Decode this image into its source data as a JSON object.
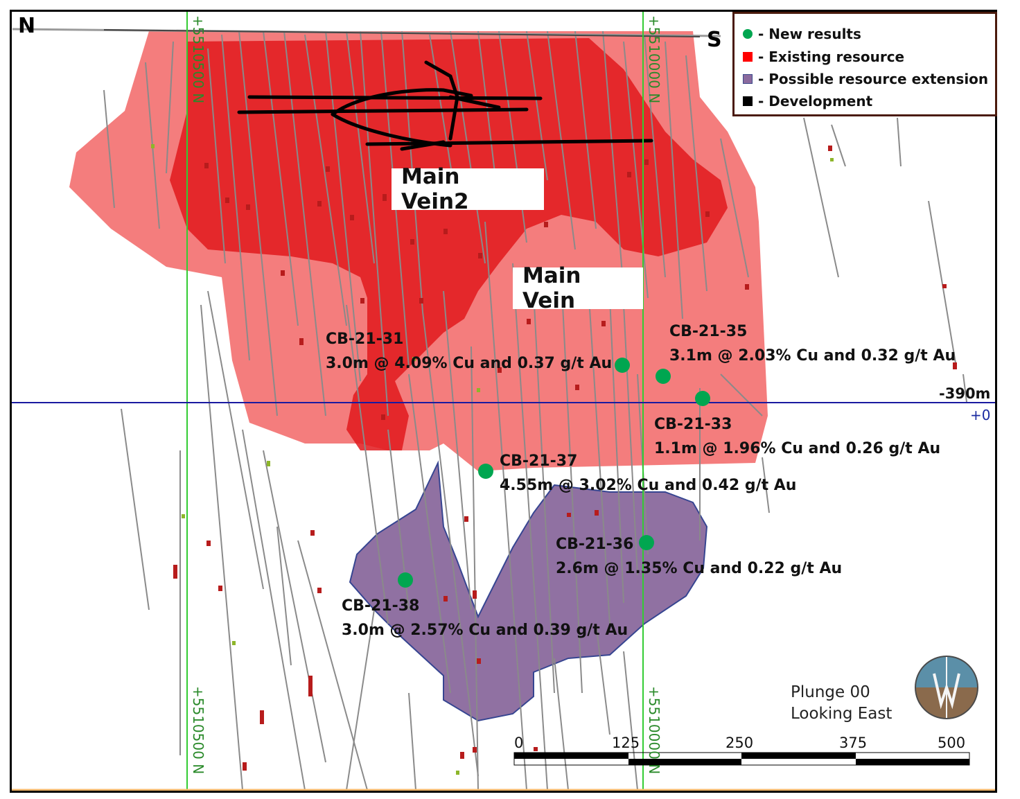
{
  "map": {
    "north_label": "N",
    "south_label": "S",
    "grid_lines": [
      {
        "label": "+5510500 N"
      },
      {
        "label": "+5510000 N"
      }
    ],
    "elevation_label": "-390m",
    "elevation_sublabel": "+0",
    "vein_labels": {
      "main_vein2": "Main Vein2",
      "main_vein": "Main Vein"
    },
    "drill_holes": [
      {
        "id": "CB-21-31",
        "result": "3.0m @ 4.09% Cu and 0.37 g/t Au"
      },
      {
        "id": "CB-21-35",
        "result": "3.1m @ 2.03% Cu and 0.32 g/t Au"
      },
      {
        "id": "CB-21-33",
        "result": "1.1m @ 1.96% Cu and 0.26 g/t Au"
      },
      {
        "id": "CB-21-37",
        "result": "4.55m @ 3.02% Cu and 0.42 g/t Au"
      },
      {
        "id": "CB-21-36",
        "result": "2.6m @ 1.35% Cu and 0.22 g/t Au"
      },
      {
        "id": "CB-21-38",
        "result": "3.0m @ 2.57% Cu and 0.39 g/t Au"
      }
    ],
    "view": {
      "line1": "Plunge 00",
      "line2": "Looking East"
    },
    "scale_bar": {
      "ticks": [
        "0",
        "125",
        "250",
        "375",
        "500"
      ]
    }
  },
  "legend": {
    "items": [
      {
        "label": "- New results",
        "symbol": "green-dot-icon",
        "color": "#00a650"
      },
      {
        "label": "- Existing resource",
        "symbol": "red-square-icon",
        "color": "#ff0000"
      },
      {
        "label": "- Possible resource extension",
        "symbol": "purple-square-icon",
        "color": "#8b6a9e"
      },
      {
        "label": "- Development",
        "symbol": "black-square-icon",
        "color": "#000000"
      }
    ]
  },
  "colors": {
    "existing_resource_light": "#f26b6b",
    "existing_resource_dark": "#e0191c",
    "extension": "#8b6a9e",
    "new_result": "#00a650",
    "grid": "#33cc33",
    "elevation_line": "#1a1aa0"
  }
}
